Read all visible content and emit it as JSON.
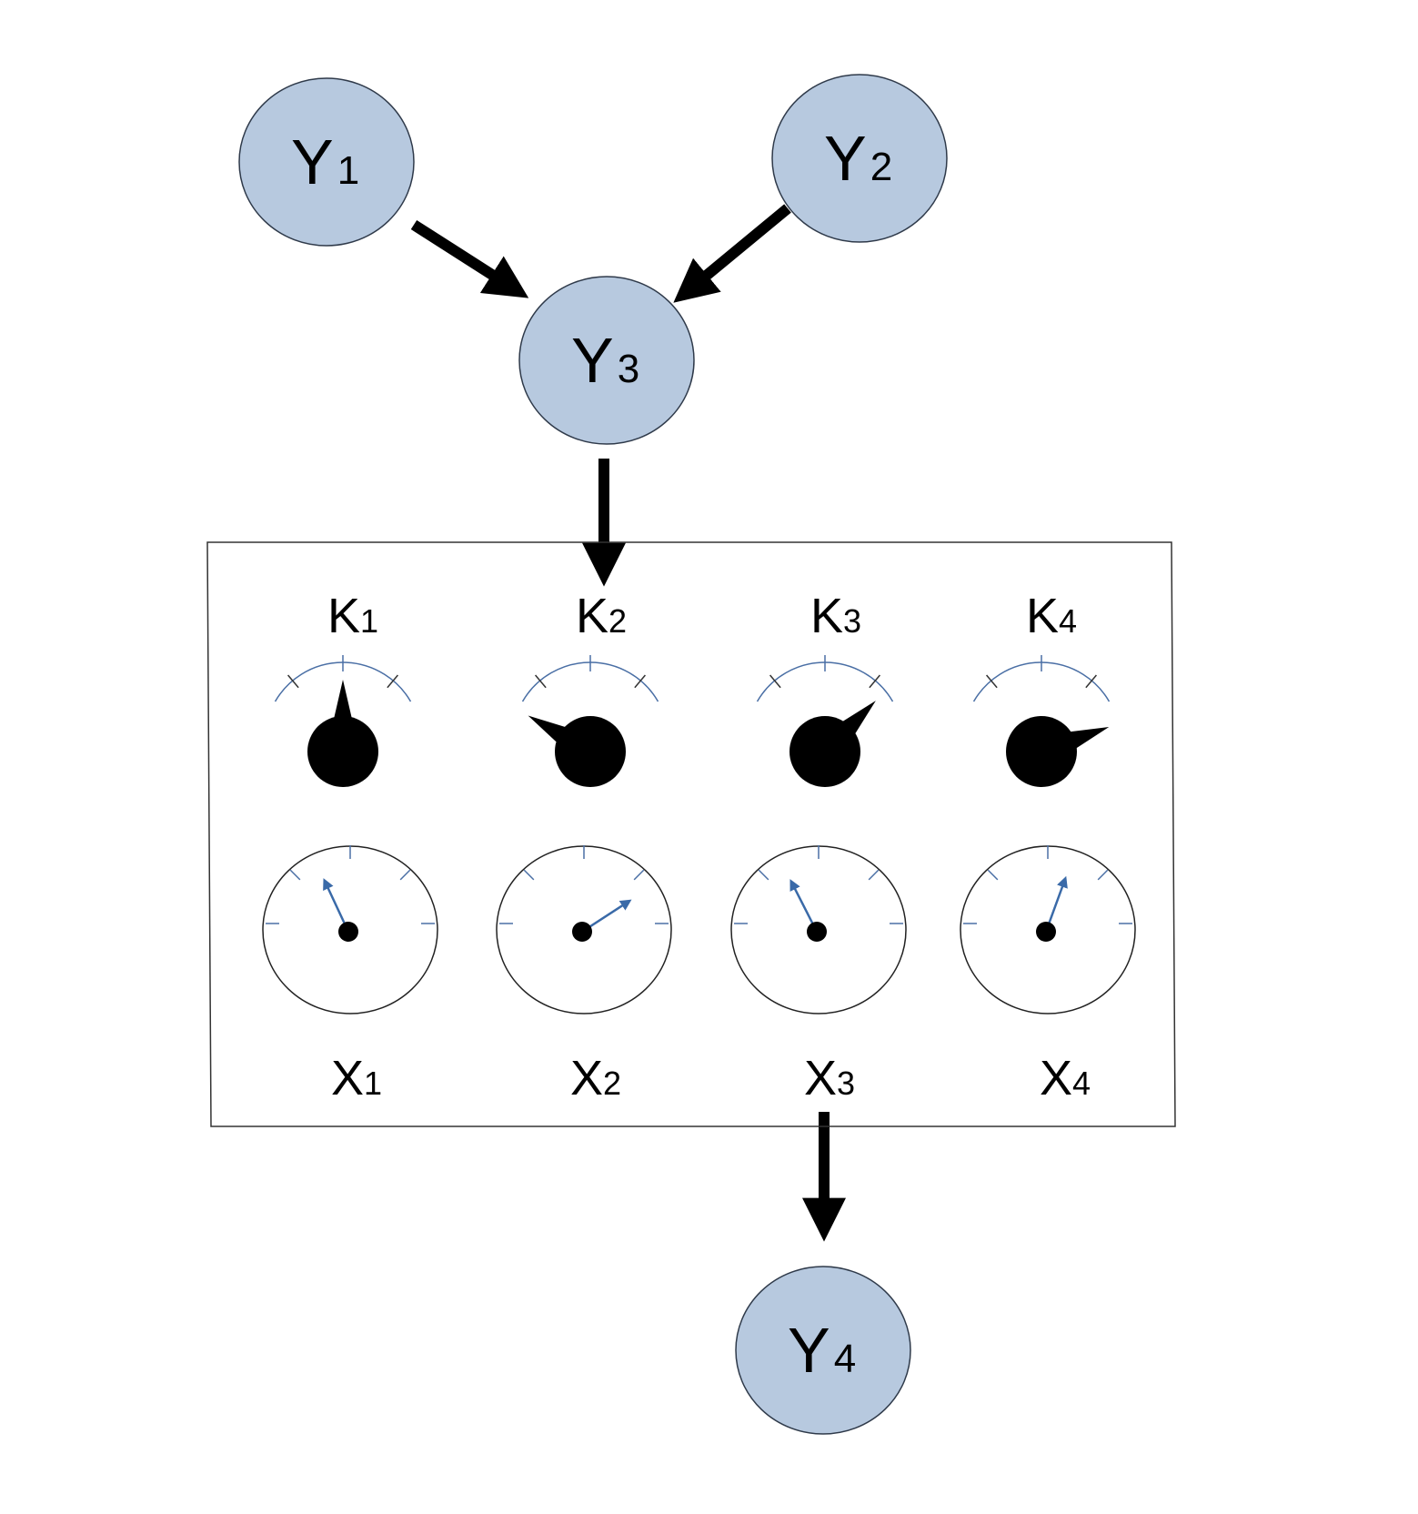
{
  "colors": {
    "node_fill": "#b7c9df",
    "node_stroke": "#2f3a4a",
    "scale_stroke": "#4a6fa5",
    "needle": "#3a6aa8",
    "ink": "#000000"
  },
  "nodes": [
    {
      "id": "Y1",
      "base": "Y",
      "sub": "1"
    },
    {
      "id": "Y2",
      "base": "Y",
      "sub": "2"
    },
    {
      "id": "Y3",
      "base": "Y",
      "sub": "3"
    },
    {
      "id": "Y4",
      "base": "Y",
      "sub": "4"
    }
  ],
  "edges": [
    {
      "from": "Y1",
      "to": "Y3"
    },
    {
      "from": "Y2",
      "to": "Y3"
    },
    {
      "from": "Y3",
      "to": "K2"
    },
    {
      "from": "X3",
      "to": "Y4"
    }
  ],
  "knobs": [
    {
      "id": "K1",
      "base": "K",
      "sub": "1",
      "icon": "knob-icon",
      "angle_deg": 0
    },
    {
      "id": "K2",
      "base": "K",
      "sub": "2",
      "icon": "knob-icon",
      "angle_deg": -60
    },
    {
      "id": "K3",
      "base": "K",
      "sub": "3",
      "icon": "knob-icon",
      "angle_deg": 45
    },
    {
      "id": "K4",
      "base": "K",
      "sub": "4",
      "icon": "knob-icon",
      "angle_deg": 70
    }
  ],
  "gauges": [
    {
      "id": "X1",
      "base": "X",
      "sub": "1",
      "icon": "gauge-icon",
      "angle_deg": -25
    },
    {
      "id": "X2",
      "base": "X",
      "sub": "2",
      "icon": "gauge-icon",
      "angle_deg": 57
    },
    {
      "id": "X3",
      "base": "X",
      "sub": "3",
      "icon": "gauge-icon",
      "angle_deg": -27
    },
    {
      "id": "X4",
      "base": "X",
      "sub": "4",
      "icon": "gauge-icon",
      "angle_deg": 20
    }
  ]
}
